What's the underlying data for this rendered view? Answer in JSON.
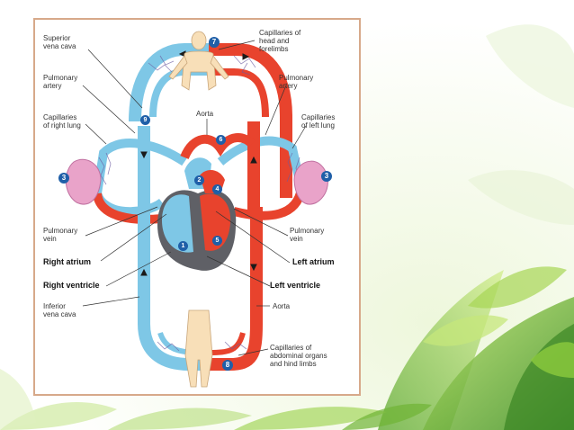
{
  "labels": {
    "superior_vena_cava": [
      "Superior",
      "vena cava"
    ],
    "capillaries_head": [
      "Capillaries of",
      "head and",
      "forelimbs"
    ],
    "pulmonary_artery_left": [
      "Pulmonary",
      "artery"
    ],
    "pulmonary_artery_right": [
      "Pulmonary",
      "artery"
    ],
    "aorta_top": "Aorta",
    "capillaries_right_lung": [
      "Capillaries",
      "of right lung"
    ],
    "capillaries_left_lung": [
      "Capillaries",
      "of left lung"
    ],
    "pulmonary_vein_left": [
      "Pulmonary",
      "vein"
    ],
    "pulmonary_vein_right": [
      "Pulmonary",
      "vein"
    ],
    "right_atrium": "Right atrium",
    "left_atrium": "Left atrium",
    "right_ventricle": "Right ventricle",
    "left_ventricle": "Left ventricle",
    "inferior_vena_cava": [
      "Inferior",
      "vena cava"
    ],
    "aorta_bottom": "Aorta",
    "capillaries_abdominal": [
      "Capillaries of",
      "abdominal organs",
      "and hind limbs"
    ]
  },
  "step_numbers": {
    "n1": "1",
    "n2": "2",
    "n3_left": "3",
    "n3_right": "3",
    "n4": "4",
    "n5": "5",
    "n6": "6",
    "n7": "7",
    "n8": "8",
    "n9": "9"
  },
  "colors": {
    "oxygenated": "#e8432d",
    "deoxygenated": "#7ec7e6",
    "frame_border": "#d7a98a",
    "background_leaves": "#8cc63f",
    "number_badge": "#1f5fa8"
  }
}
